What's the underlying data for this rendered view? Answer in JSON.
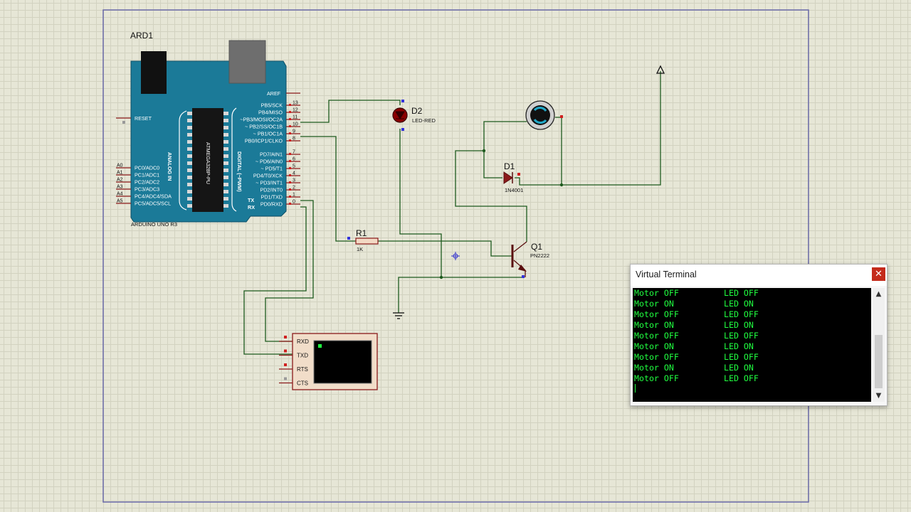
{
  "components": {
    "arduino": {
      "ref": "ARD1",
      "model": "ARDUINO UNO R3",
      "reset": "RESET",
      "analog_title": "ANALOG IN",
      "digital_title": "DIGITAL (~PWM)",
      "aref": "AREF",
      "tx": "TX",
      "rx": "RX",
      "chip_text": "ATMEGA328P-PU",
      "analog_pins": [
        {
          "num": "A0",
          "name": "PC0/ADC0"
        },
        {
          "num": "A1",
          "name": "PC1/ADC1"
        },
        {
          "num": "A2",
          "name": "PC2/ADC2"
        },
        {
          "num": "A3",
          "name": "PC3/ADC3"
        },
        {
          "num": "A4",
          "name": "PC4/ADC4/SDA"
        },
        {
          "num": "A5",
          "name": "PC5/ADC5/SCL"
        }
      ],
      "digital_pins": [
        {
          "num": "13",
          "name": "PB5/SCK"
        },
        {
          "num": "12",
          "name": "PB4/MISO"
        },
        {
          "num": "11",
          "name": "~PB3/MOSI/OC2A"
        },
        {
          "num": "10",
          "name": "~ PB2/SS/OC1B"
        },
        {
          "num": "9",
          "name": "~ PB1/OC1A"
        },
        {
          "num": "8",
          "name": "PB0/ICP1/CLKO"
        },
        {
          "num": "7",
          "name": "PD7/AIN1"
        },
        {
          "num": "6",
          "name": "~ PD6/AIN0"
        },
        {
          "num": "5",
          "name": "~ PD5/T1"
        },
        {
          "num": "4",
          "name": "PD4/T0/XCK"
        },
        {
          "num": "3",
          "name": "~ PD3/INT1"
        },
        {
          "num": "2",
          "name": "PD2/INT0"
        },
        {
          "num": "1",
          "name": "PD1/TXD"
        },
        {
          "num": "0",
          "name": "PD0/RXD"
        }
      ]
    },
    "led": {
      "ref": "D2",
      "value": "LED-RED"
    },
    "diode": {
      "ref": "D1",
      "value": "1N4001"
    },
    "resistor": {
      "ref": "R1",
      "value": "1K"
    },
    "transistor": {
      "ref": "Q1",
      "value": "PN2222"
    },
    "terminal_symbol": {
      "pins": [
        "RXD",
        "TXD",
        "RTS",
        "CTS"
      ]
    }
  },
  "virtual_terminal": {
    "title": "Virtual Terminal",
    "close_label": "✕",
    "scroll_up": "▲",
    "scroll_down": "▼",
    "lines": [
      {
        "motor": "Motor OFF",
        "led": "LED OFF"
      },
      {
        "motor": "Motor ON",
        "led": "LED ON"
      },
      {
        "motor": "Motor OFF",
        "led": "LED OFF"
      },
      {
        "motor": "Motor ON",
        "led": "LED ON"
      },
      {
        "motor": "Motor OFF",
        "led": "LED OFF"
      },
      {
        "motor": "Motor ON",
        "led": "LED ON"
      },
      {
        "motor": "Motor OFF",
        "led": "LED OFF"
      },
      {
        "motor": "Motor ON",
        "led": "LED ON"
      },
      {
        "motor": "Motor OFF",
        "led": "LED OFF"
      }
    ]
  },
  "colors": {
    "arduino_board": "#1b7a98",
    "wire": "#1d5a1d",
    "terminal_text": "#20ff40",
    "close_button": "#c42b1c",
    "canvas": "#e6e6d6"
  }
}
